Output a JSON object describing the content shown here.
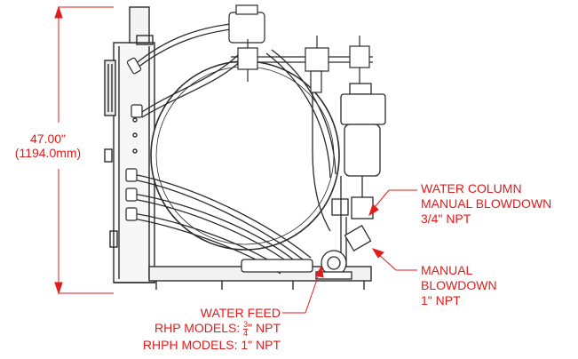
{
  "dimension": {
    "imperial": "47.00\"",
    "metric": "(1194.0mm)"
  },
  "callouts": {
    "water_column": {
      "lines": [
        "WATER COLUMN",
        "MANUAL BLOWDOWN",
        "3/4\" NPT"
      ]
    },
    "manual_blowdown": {
      "lines": [
        "MANUAL",
        "BLOWDOWN",
        "1\" NPT"
      ]
    },
    "water_feed": {
      "line1": "WATER FEED",
      "line2_prefix": "RHP MODELS: ",
      "line2_fraction_num": "3",
      "line2_fraction_den": "4",
      "line2_suffix": "\" NPT",
      "line3": "RHPH MODELS: 1\" NPT"
    }
  },
  "colors": {
    "annotation": "#e21b1b",
    "linework": "#2b2b2b"
  }
}
